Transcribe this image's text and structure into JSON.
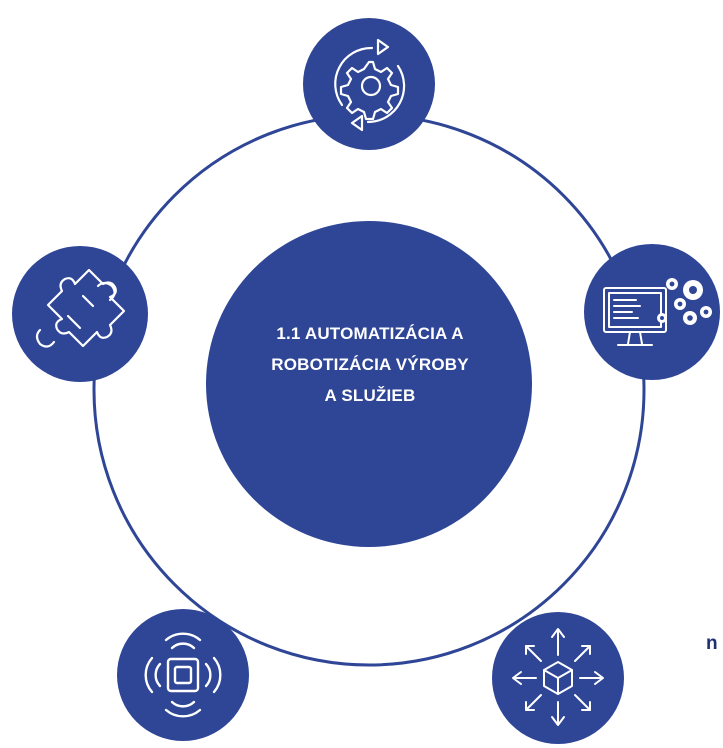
{
  "center": {
    "lines": [
      "1.1 AUTOMATIZÁCIA A",
      "ROBOTIZÁCIA VÝROBY",
      "A SLUŽIEB"
    ]
  },
  "nodes": [
    {
      "id": "top",
      "icon": "gear-cycle-icon"
    },
    {
      "id": "right",
      "icon": "computer-gears-icon"
    },
    {
      "id": "bottom-right",
      "icon": "box-arrows-icon"
    },
    {
      "id": "bottom-left",
      "icon": "sensor-signal-icon"
    },
    {
      "id": "left",
      "icon": "puzzle-icon"
    }
  ],
  "side_text": "n",
  "colors": {
    "primary": "#2f4697",
    "ring": "#2f4697",
    "icon": "#ffffff",
    "background": "#ffffff"
  }
}
